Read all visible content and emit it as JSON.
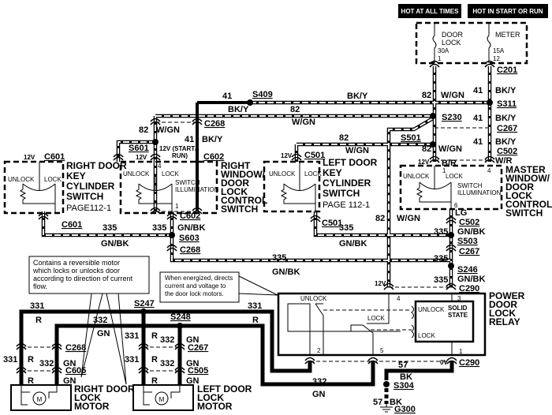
{
  "header": {
    "hot_at_all_times": "HOT AT ALL TIMES",
    "hot_in_start_or_run": "HOT IN START OR RUN"
  },
  "fuses": [
    {
      "name_lines": [
        "DOOR",
        "LOCK"
      ],
      "rating": "30A",
      "number": "1"
    },
    {
      "name_lines": [
        "METER"
      ],
      "rating": "15A",
      "number": "12"
    }
  ],
  "splices": [
    "S409",
    "S230",
    "S311",
    "S501",
    "S601",
    "S603",
    "S503",
    "S246",
    "S247",
    "S248",
    "S304"
  ],
  "connectors": [
    "C201",
    "C268",
    "C267",
    "C502",
    "C601",
    "C602",
    "C501",
    "C601",
    "C602",
    "C268",
    "C501",
    "C502",
    "C267",
    "C290",
    "C290",
    "C268",
    "C605",
    "C267",
    "C505",
    "G300"
  ],
  "wire_labels": [
    "41",
    "BK/Y",
    "82",
    "W/GN",
    "82",
    "W/GN",
    "41",
    "BK/Y",
    "41",
    "BK/Y",
    "41",
    "BK/Y",
    "82",
    "W/GN",
    "82",
    "W/GN",
    "41",
    "BK/Y",
    "BK/Y",
    "82",
    "W/GN",
    "B/R",
    "W/R",
    "335",
    "GN/BK",
    "335",
    "GN/BK",
    "335",
    "GN/BK",
    "82",
    "W/GN",
    "LG",
    "335",
    "GN/BK",
    "335",
    "GN/BK",
    "335",
    "335",
    "GN/BK",
    "331",
    "R",
    "332",
    "GN",
    "331",
    "R",
    "331",
    "R",
    "332",
    "GN",
    "331",
    "R",
    "332",
    "GN",
    "R",
    "GN",
    "331",
    "R",
    "332",
    "GN",
    "R",
    "GN",
    "332",
    "GN",
    "57",
    "BK",
    "57",
    "BK"
  ],
  "voltage_labels": [
    "12V",
    "12V",
    "12V (START/",
    "RUN)",
    "12V",
    "12V",
    "12V",
    "0V"
  ],
  "components": {
    "right_door_key_cylinder_switch": {
      "title_lines": [
        "RIGHT DOOR",
        "KEY",
        "CYLINDER",
        "SWITCH"
      ],
      "page_ref": "PAGE112-1",
      "unlock": "UNLOCK",
      "lock": "LOCK"
    },
    "right_window_door_lock_control_switch": {
      "title_lines": [
        "RIGHT",
        "WINDOW/",
        "DOOR",
        "LOCK",
        "CONTROL",
        "SWITCH"
      ],
      "unlock": "UNLOCK",
      "lock": "LOCK",
      "illumination_lines": [
        "SWITCH",
        "ILLUMINATION"
      ],
      "pins": [
        "4",
        "2",
        "1"
      ]
    },
    "left_door_key_cylinder_switch": {
      "title_lines": [
        "LEFT  DOOR",
        "KEY",
        "CYLINDER",
        "SWITCH"
      ],
      "page_ref": "PAGE 112-1",
      "unlock": "UNLOCK",
      "lock": "LOCK"
    },
    "master_window_door_lock_control_switch": {
      "title_lines": [
        "MASTER",
        "WINDOW/",
        "DOOR",
        "LOCK",
        "CONTROL",
        "SWITCH"
      ],
      "unlock": "UNLOCK",
      "lock": "LOCK",
      "illumination_lines": [
        "SWITCH",
        "ILLUMINATION"
      ],
      "pins": [
        "1",
        "4",
        "6"
      ]
    },
    "power_door_lock_relay": {
      "title_lines": [
        "POWER",
        "DOOR",
        "LOCK",
        "RELAY"
      ],
      "unlock": "UNLOCK",
      "lock": "LOCK",
      "solid_state_lines": [
        "SOLID",
        "STATE"
      ],
      "ss_unlock": "UNLOCK",
      "ss_lock": "LOCK",
      "pins": [
        "4",
        "3",
        "2",
        "5",
        "1"
      ]
    },
    "right_door_lock_motor": {
      "title_lines": [
        "RIGHT DOOR",
        "LOCK",
        "MOTOR"
      ],
      "motor_symbol": "M"
    },
    "left_door_lock_motor": {
      "title_lines": [
        "LEFT  DOOR",
        "LOCK",
        "MOTOR"
      ],
      "motor_symbol": "M"
    }
  },
  "callouts": {
    "motor": [
      "Contains a reversible motor",
      "which locks or unlocks door",
      "according to direction of current",
      "flow."
    ],
    "relay": [
      "When energized, directs",
      "current and voltage to",
      "the door lock motors."
    ]
  }
}
